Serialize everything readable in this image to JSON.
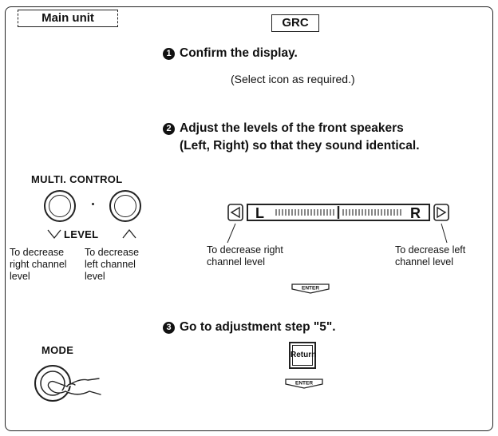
{
  "headers": {
    "main_unit": "Main unit",
    "grc": "GRC"
  },
  "steps": [
    {
      "marker": "1",
      "text": "Confirm the display."
    },
    {
      "marker": "2",
      "text_line1": "Adjust the levels of the front speakers",
      "text_line2": "(Left, Right) so that they sound identical."
    },
    {
      "marker": "3",
      "text": "Go to adjustment step \"5\"."
    }
  ],
  "step1_note": "(Select icon as required.)",
  "main_unit_panel": {
    "multi_control_label": "MULTI. CONTROL",
    "level_label": "LEVEL",
    "left_knob_caption": [
      "To decrease",
      "right channel",
      "level"
    ],
    "right_knob_caption": [
      "To decrease",
      "left channel",
      "level"
    ],
    "mode_label": "MODE"
  },
  "grc_display": {
    "left_channel": "L",
    "right_channel": "R",
    "left_arrow_caption": [
      "To decrease right",
      "channel level"
    ],
    "right_arrow_caption": [
      "To decrease left",
      "channel level"
    ],
    "enter_label": "ENTER",
    "return_label": "Return"
  },
  "icons": [
    "arrow-left-icon",
    "arrow-right-icon",
    "enter-icon",
    "return-icon",
    "hand-icon",
    "up-chevron-icon",
    "down-chevron-icon"
  ]
}
